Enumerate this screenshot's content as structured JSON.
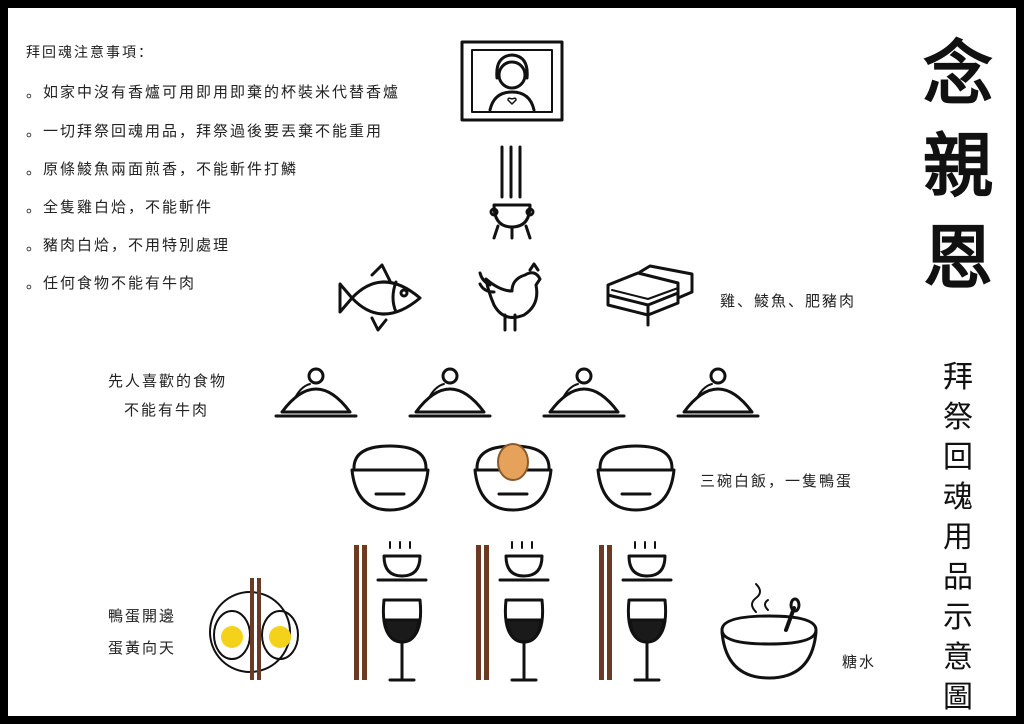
{
  "title": "念親恩",
  "subtitle": "拜祭回魂用品示意圖",
  "notes": {
    "heading": "拜回魂注意事項：",
    "items": [
      "。如家中沒有香爐可用即用即棄的杯裝米代替香爐",
      "。一切拜祭回魂用品，拜祭過後要丟棄不能重用",
      "。原條鯪魚兩面煎香，不能斬件打鱗",
      "。全隻雞白烚，不能斬件",
      "。豬肉白烚，不用特別處理",
      "。任何食物不能有牛肉"
    ]
  },
  "labels": {
    "meats": "雞、鯪魚、肥豬肉",
    "favorite_food_1": "先人喜歡的食物",
    "favorite_food_2": "不能有牛肉",
    "rice": "三碗白飯，一隻鴨蛋",
    "egg_1": "鴨蛋開邊",
    "egg_2": "蛋黃向天",
    "dessert": "糖水"
  },
  "colors": {
    "chopstick": "#6b3a24",
    "egg": "#e6a25a",
    "yolk": "#f5d21a",
    "wine": "#1a1a1a"
  }
}
